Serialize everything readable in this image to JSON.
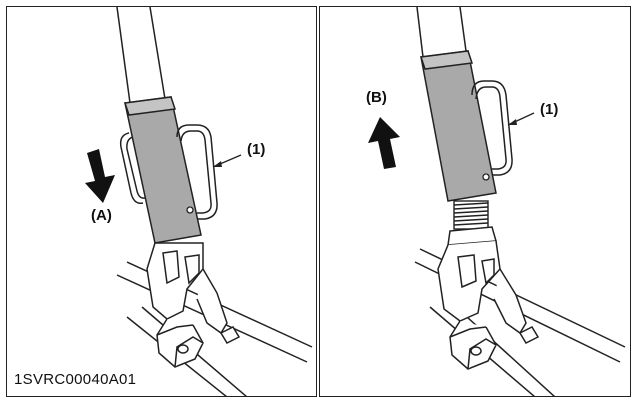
{
  "left_panel": {
    "arrow_label": "(A)",
    "callout_label": "(1)"
  },
  "right_panel": {
    "arrow_label": "(B)",
    "callout_label": "(1)"
  },
  "figure_id": "1SVRC00040A01",
  "colors": {
    "sleeve_fill": "#a9a9a9",
    "line": "#222222",
    "arrow": "#111111"
  }
}
